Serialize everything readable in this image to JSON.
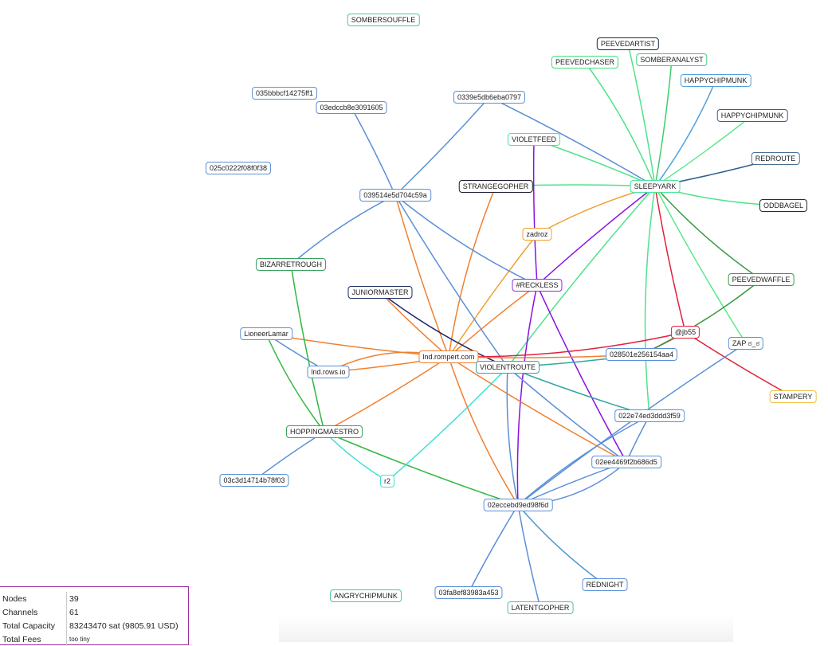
{
  "nodes": [
    {
      "label": "SOMBERSOUFFLE",
      "color": "#4fc1a8"
    },
    {
      "label": "PEEVEDARTIST",
      "color": "#1c2a40"
    },
    {
      "label": "PEEVEDCHASER",
      "color": "#3ee07a"
    },
    {
      "label": "SOMBERANALYST",
      "color": "#3ecc80"
    },
    {
      "label": "HAPPYCHIPMUNK",
      "color": "#4ea0e0"
    },
    {
      "label": "HAPPYCHIPMUNK",
      "color": "#3b5f8a"
    },
    {
      "label": "REDROUTE",
      "color": "#4a6f90"
    },
    {
      "label": "ODDBAGEL",
      "color": "#203030"
    },
    {
      "label": "SLEEPYARK",
      "color": "#4de39a"
    },
    {
      "label": "035bbbcf14275ff1",
      "color": "#5b8fd8"
    },
    {
      "label": "03edccb8e3091605",
      "color": "#5b8fd8"
    },
    {
      "label": "0339e5db6eba0797",
      "color": "#5b8fd8"
    },
    {
      "label": "025c0222f08f0f38",
      "color": "#5b8fd8"
    },
    {
      "label": "VIOLETFEED",
      "color": "#4de39a"
    },
    {
      "label": "STRANGEGOPHER",
      "color": "#1c1c30"
    },
    {
      "label": "039514e5d704c59a",
      "color": "#5b8fd8"
    },
    {
      "label": "zadroz",
      "color": "#f0a030"
    },
    {
      "label": "BIZARRETROUGH",
      "color": "#3aa060"
    },
    {
      "label": "#RECKLESS",
      "color": "#8a2be2"
    },
    {
      "label": "PEEVEDWAFFLE",
      "color": "#3a9a40"
    },
    {
      "label": "JUNIORMASTER",
      "color": "#1c2a60"
    },
    {
      "label": "LioneerLamar",
      "color": "#5b8fd8"
    },
    {
      "label": "@jb55",
      "color": "#e0203c"
    },
    {
      "label": "ZAP ಠ_ಠ",
      "color": "#5b8fd8"
    },
    {
      "label": "lnd.rompert.com",
      "color": "#f08030"
    },
    {
      "label": "028501e256154aa4",
      "color": "#5b8fd8"
    },
    {
      "label": "VIOLENTROUTE",
      "color": "#3aa0a0"
    },
    {
      "label": "lnd.rows.io",
      "color": "#5b8fd8"
    },
    {
      "label": "STAMPERY",
      "color": "#f0c040"
    },
    {
      "label": "022e74ed3ddd3f59",
      "color": "#5b8fd8"
    },
    {
      "label": "HOPPINGMAESTRO",
      "color": "#3aa060"
    },
    {
      "label": "02ee4469f2b686d5",
      "color": "#5b8fd8"
    },
    {
      "label": "03c3d14714b78f03",
      "color": "#5b8fd8"
    },
    {
      "label": "r2",
      "color": "#40e0d0"
    },
    {
      "label": "02eccebd9ed98f6d",
      "color": "#5b8fd8"
    },
    {
      "label": "ANGRYCHIPMUNK",
      "color": "#4fc1a8"
    },
    {
      "label": "03fa8ef83983a453",
      "color": "#5b8fd8"
    },
    {
      "label": "LATENTGOPHER",
      "color": "#4fc1a8"
    },
    {
      "label": "REDNIGHT",
      "color": "#5b8fd8"
    }
  ],
  "edges": [
    [
      8,
      2,
      "#4de38a"
    ],
    [
      8,
      1,
      "#4de38a"
    ],
    [
      8,
      3,
      "#3ecc70"
    ],
    [
      8,
      4,
      "#4ea0e0"
    ],
    [
      8,
      5,
      "#5de88a"
    ],
    [
      8,
      6,
      "#2e5f90"
    ],
    [
      8,
      7,
      "#4de38a"
    ],
    [
      8,
      13,
      "#4de38a"
    ],
    [
      8,
      14,
      "#4de38a"
    ],
    [
      8,
      16,
      "#f0a030"
    ],
    [
      8,
      18,
      "#8a10e0"
    ],
    [
      8,
      11,
      "#5b8fd8"
    ],
    [
      8,
      19,
      "#3a9a40"
    ],
    [
      8,
      22,
      "#e0203c"
    ],
    [
      8,
      23,
      "#5de88a"
    ],
    [
      8,
      29,
      "#4de38a"
    ],
    [
      8,
      26,
      "#4de38a"
    ],
    [
      13,
      18,
      "#8a10e0"
    ],
    [
      18,
      34,
      "#8a10e0"
    ],
    [
      18,
      31,
      "#8a10e0"
    ],
    [
      16,
      24,
      "#f0a030"
    ],
    [
      14,
      24,
      "#f08030"
    ],
    [
      15,
      10,
      "#5b8fd8"
    ],
    [
      15,
      11,
      "#5b8fd8"
    ],
    [
      15,
      17,
      "#5b8fd8"
    ],
    [
      15,
      24,
      "#f08030"
    ],
    [
      15,
      26,
      "#5b8fd8"
    ],
    [
      15,
      18,
      "#5b8fd8"
    ],
    [
      18,
      24,
      "#f08030"
    ],
    [
      20,
      24,
      "#f08030"
    ],
    [
      20,
      26,
      "#1c2a70"
    ],
    [
      21,
      24,
      "#f08030"
    ],
    [
      21,
      27,
      "#5b8fd8"
    ],
    [
      21,
      30,
      "#30b840"
    ],
    [
      17,
      30,
      "#30b840"
    ],
    [
      27,
      24,
      "#f08030"
    ],
    [
      27,
      24,
      "#f08030"
    ],
    [
      30,
      24,
      "#f08030"
    ],
    [
      30,
      32,
      "#5b8fd8"
    ],
    [
      30,
      33,
      "#40e0d0"
    ],
    [
      30,
      34,
      "#30b840"
    ],
    [
      33,
      26,
      "#40e0d0"
    ],
    [
      24,
      22,
      "#e0203c"
    ],
    [
      24,
      25,
      "#f08030"
    ],
    [
      24,
      31,
      "#f08030"
    ],
    [
      24,
      34,
      "#f08030"
    ],
    [
      26,
      25,
      "#30a8a0"
    ],
    [
      26,
      29,
      "#30a8a0"
    ],
    [
      26,
      34,
      "#5b8fd8"
    ],
    [
      26,
      31,
      "#5b8fd8"
    ],
    [
      25,
      22,
      "#e0203c"
    ],
    [
      25,
      19,
      "#3a9a40"
    ],
    [
      22,
      28,
      "#e0203c"
    ],
    [
      23,
      34,
      "#5b8fd8"
    ],
    [
      29,
      34,
      "#5b8fd8"
    ],
    [
      29,
      31,
      "#5b8fd8"
    ],
    [
      31,
      34,
      "#5b8fd8"
    ],
    [
      31,
      34,
      "#5b8fd8"
    ],
    [
      34,
      36,
      "#5b8fd8"
    ],
    [
      34,
      37,
      "#5b8fd8"
    ],
    [
      34,
      38,
      "#4a98d0"
    ]
  ],
  "stats": {
    "nodes_label": "Nodes",
    "nodes_value": "39",
    "channels_label": "Channels",
    "channels_value": "61",
    "capacity_label": "Total Capacity",
    "capacity_value": "83243470 sat (9805.91 USD)",
    "fees_label": "Total Fees",
    "fees_value": "too tiny"
  }
}
